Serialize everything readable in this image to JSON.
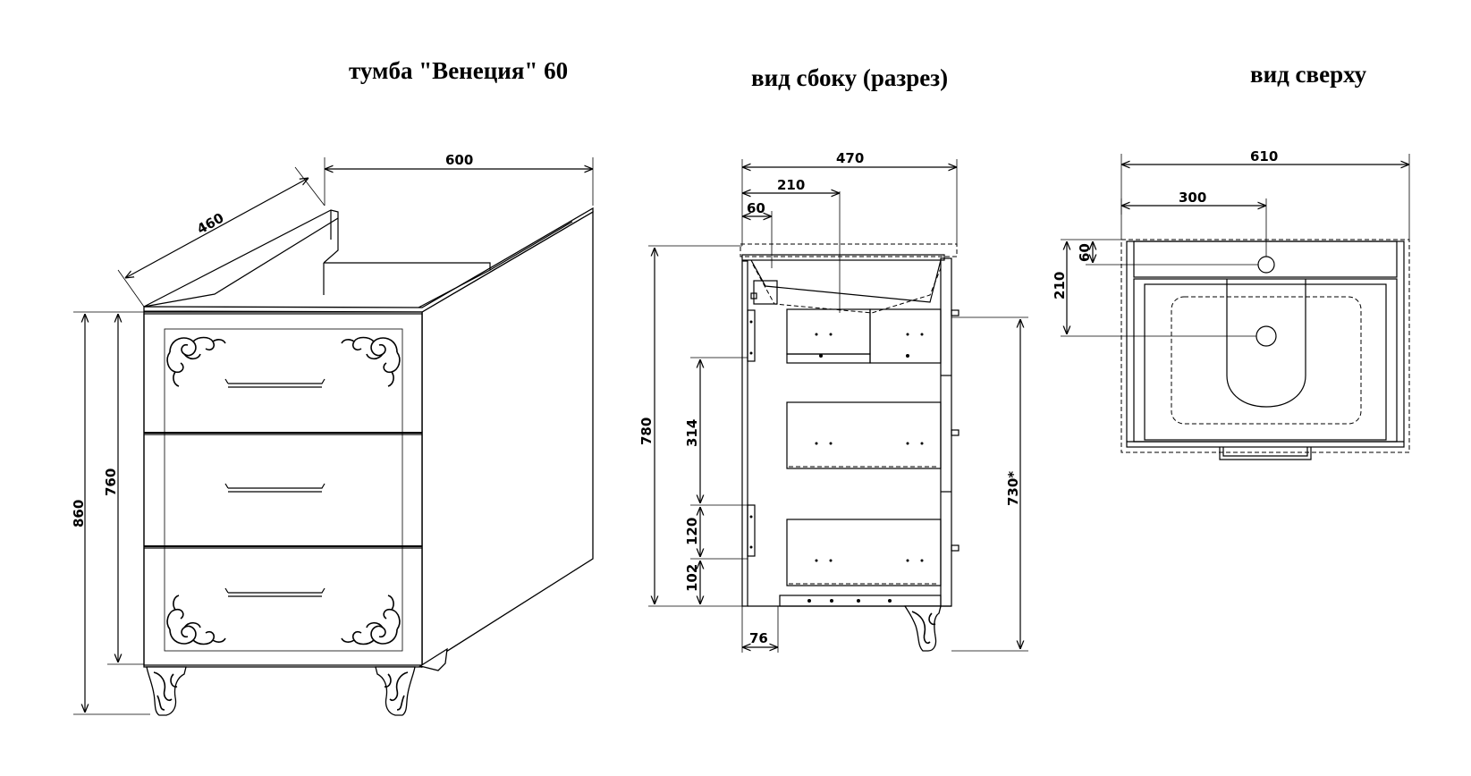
{
  "titles": {
    "main": "тумба \"Венеция\" 60",
    "side": "вид сбоку (разрез)",
    "top": "вид сверху"
  },
  "dims": {
    "width_600": "600",
    "depth_460": "460",
    "height_860": "860",
    "height_760": "760",
    "depth_470": "470",
    "offset_210": "210",
    "offset_60": "60",
    "height_780": "780",
    "height_314": "314",
    "height_120": "120",
    "height_102": "102",
    "leg_76": "76",
    "height_730": "730*",
    "top_610": "610",
    "top_300": "300",
    "top_60": "60",
    "top_210": "210"
  }
}
